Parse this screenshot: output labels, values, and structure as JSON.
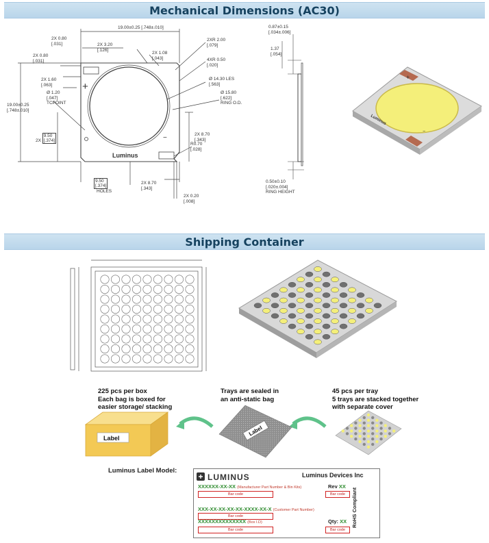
{
  "sections": {
    "mechanical_title": "Mechanical Dimensions (AC30)",
    "shipping_title": "Shipping Container"
  },
  "drawing": {
    "top_width": "19.00±0.25",
    "top_width_in": "[.748±.010]",
    "d_080a": "2X 0.80",
    "d_080a_in": "[.031]",
    "d_320": "2X 3.20",
    "d_320_in": "[.126]",
    "d_108": "2X 1.08",
    "d_108_in": "[.043]",
    "d_2xr200": "2XR 2.00",
    "d_2xr200_in": "[.079]",
    "d_4xr050": "4XR 0.50",
    "d_4xr050_in": "[.020]",
    "d_les": "Ø 14.30 LES",
    "d_les_in": "[.563]",
    "d_ring": "Ø 15.80",
    "d_ring_in": "[.622]",
    "ring_od": "RING O.D.",
    "d_080b": "2X 0.80",
    "d_080b_in": "[.031]",
    "d_160": "2X 1.60",
    "d_160_in": "[.063]",
    "d_120": "Ø 1.20",
    "d_120_in": "[.047]",
    "tp_point": "TCPOINT",
    "left_height": "19.00±0.25",
    "left_height_in": "[.748±.010]",
    "d_950a": "9.50",
    "d_950a_in": "[.374]",
    "d_950a_prefix": "2X",
    "d_870r": "2X 8.70",
    "d_870r_in": "[.343]",
    "d_r070": "R0.70",
    "d_r070_in": "[.028]",
    "d_950b": "9.50",
    "d_950b_in": "[.374]",
    "holes": "HOLES",
    "d_870b": "2X 8.70",
    "d_870b_in": "[.343]",
    "d_020": "2X 0.20",
    "d_020_in": "[.008]",
    "side_top": "0.87±0.15",
    "side_top_in": "[.034±.006]",
    "side_137": "1.37",
    "side_137_in": "[.054]",
    "side_bottom": "0.50±0.10",
    "side_bottom_in": "[.020±.004]",
    "ring_height": "RING HEIGHT",
    "brand": "Luminus",
    "plus": "+",
    "minus": "−"
  },
  "shipping": {
    "box_caption": [
      "225 pcs per box",
      "Each bag is boxed for",
      "easier storage/ stacking"
    ],
    "bag_caption": [
      "Trays are sealed in",
      "an anti-static bag"
    ],
    "tray_caption": [
      "45 pcs per tray",
      "5 trays are stacked together",
      "with separate cover"
    ],
    "box_label": "Label",
    "bag_label": "Label"
  },
  "label_model": {
    "heading": "Luminus Label Model:",
    "logo_text": "LUMINUS",
    "company": "Luminus Devices Inc",
    "part_code": "XXXXXX-XX-XX",
    "part_desc": "(Manufacturer Part Number & Bin Kits)",
    "rev_label": "Rev",
    "rev_value": "XX",
    "bar_code": "Bar code",
    "customer_code": "XXX-XX-XX-XX-XX-XXXX-XX-X",
    "customer_desc": "(Customer Part Number)",
    "box_code": "XXXXXXXXXXXXXX",
    "box_desc": "(Box I.D)",
    "qty_label": "Qty:",
    "qty_value": "XX",
    "rohs": "RoHS Compliant"
  },
  "colors": {
    "band": "#c4dcee",
    "title": "#16425f",
    "led_yellow": "#f4ef7a",
    "pad_brown": "#b56a50",
    "green": "#2e8b2e",
    "red": "#c0392b",
    "box_yellow": "#f3c955"
  }
}
